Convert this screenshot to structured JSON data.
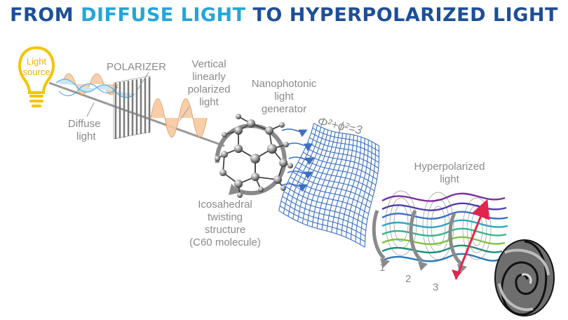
{
  "title": {
    "part1": "FROM",
    "part2": "DIFFUSE LIGHT",
    "part3": "TO HYPERPOLARIZED LIGHT"
  },
  "labels": {
    "light_source": [
      "Light",
      "source"
    ],
    "polarizer": "POLARIZER",
    "vertical_polarized": [
      "Vertical",
      "linearly",
      "polarized",
      "light"
    ],
    "diffuse_light": [
      "Diffuse",
      "light"
    ],
    "nanophotonic": [
      "Nanophotonic",
      "light",
      "generator"
    ],
    "equation": "Φ²+ϕ²=3",
    "hyperpolarized": [
      "Hyperpolarized",
      "light"
    ],
    "icosahedral": [
      "Icosahedral",
      "twisting",
      "structure",
      "(C60 molecule)"
    ],
    "steps": [
      "1",
      "2",
      "3"
    ]
  },
  "colors": {
    "title_dark": "#1e4f98",
    "title_accent": "#24a6d9",
    "bulb_yellow": "#f5c400",
    "wave_orange": "#f8c9a0",
    "wave_blue": "#7cc6ea",
    "grid_blue": "#3b6fc4",
    "arrow_red": "#e2234b",
    "label_gray": "#8a8a8a"
  },
  "icons": [
    "light-bulb-icon",
    "polarizer-grid-icon",
    "c60-molecule-icon",
    "spiral-shell-icon"
  ]
}
